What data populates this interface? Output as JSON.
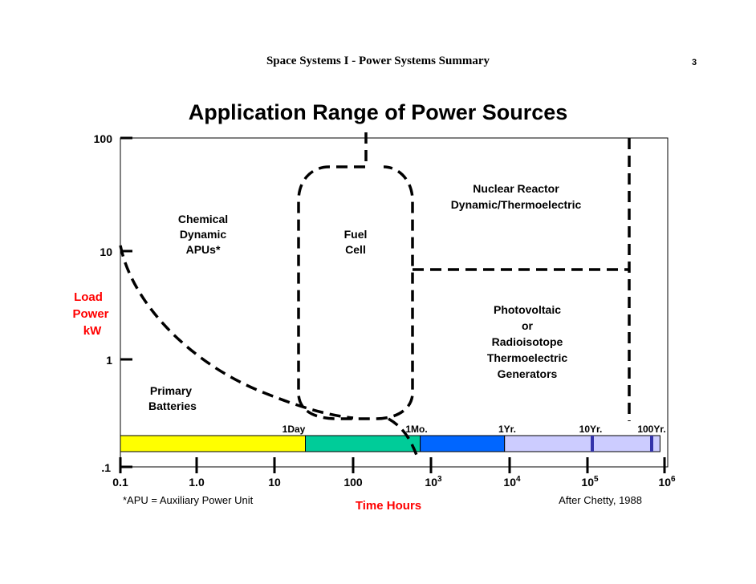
{
  "header": {
    "title": "Space Systems I - Power Systems Summary",
    "page_number": "3"
  },
  "title": "Application Range of Power Sources",
  "y_axis": {
    "label_lines": [
      "Load",
      "Power",
      "kW"
    ],
    "ticks": [
      {
        "value": 100,
        "label": "100"
      },
      {
        "value": 10,
        "label": "10"
      },
      {
        "value": 1,
        "label": "1"
      },
      {
        "value": 0.1,
        "label": ".1"
      }
    ],
    "scale": "log",
    "range": [
      0.1,
      100
    ]
  },
  "x_axis": {
    "label": "Time Hours",
    "scale": "log",
    "range": [
      0.1,
      1000000
    ],
    "ticks": [
      {
        "value": 0.1,
        "label": "0.1",
        "sup": ""
      },
      {
        "value": 1,
        "label": "1.0",
        "sup": ""
      },
      {
        "value": 10,
        "label": "10",
        "sup": ""
      },
      {
        "value": 100,
        "label": "100",
        "sup": ""
      },
      {
        "value": 1000,
        "label": "10",
        "sup": "3"
      },
      {
        "value": 10000,
        "label": "10",
        "sup": "4"
      },
      {
        "value": 100000,
        "label": "10",
        "sup": "5"
      },
      {
        "value": 1000000,
        "label": "10",
        "sup": "6"
      }
    ]
  },
  "time_markers": [
    {
      "label": "1Day",
      "hours": 24
    },
    {
      "label": "1Mo.",
      "hours": 720
    },
    {
      "label": "1Yr.",
      "hours": 8760
    },
    {
      "label": "10Yr.",
      "hours": 87600
    },
    {
      "label": "100Yr.",
      "hours": 876000
    }
  ],
  "timeline_bar": [
    {
      "from": 0.1,
      "to": 24,
      "color": "#ffff00"
    },
    {
      "from": 24,
      "to": 720,
      "color": "#00cc99"
    },
    {
      "from": 720,
      "to": 8760,
      "color": "#0066ff"
    },
    {
      "from": 8760,
      "to": 876000,
      "color": "#ccccff"
    }
  ],
  "regions": {
    "apu": [
      "Chemical",
      "Dynamic",
      "APUs*"
    ],
    "fuel_cell": [
      "Fuel",
      "Cell"
    ],
    "nuclear": [
      "Nuclear Reactor",
      "Dynamic/Thermoelectric"
    ],
    "pv": [
      "Photovoltaic",
      "or",
      "Radioisotope",
      "Thermoelectric",
      "Generators"
    ],
    "batteries": [
      "Primary",
      "Batteries"
    ]
  },
  "footnote": "*APU = Auxiliary Power Unit",
  "source": "After Chetty, 1988",
  "colors": {
    "axis_label": "#ff0000",
    "frame": "#000000"
  }
}
